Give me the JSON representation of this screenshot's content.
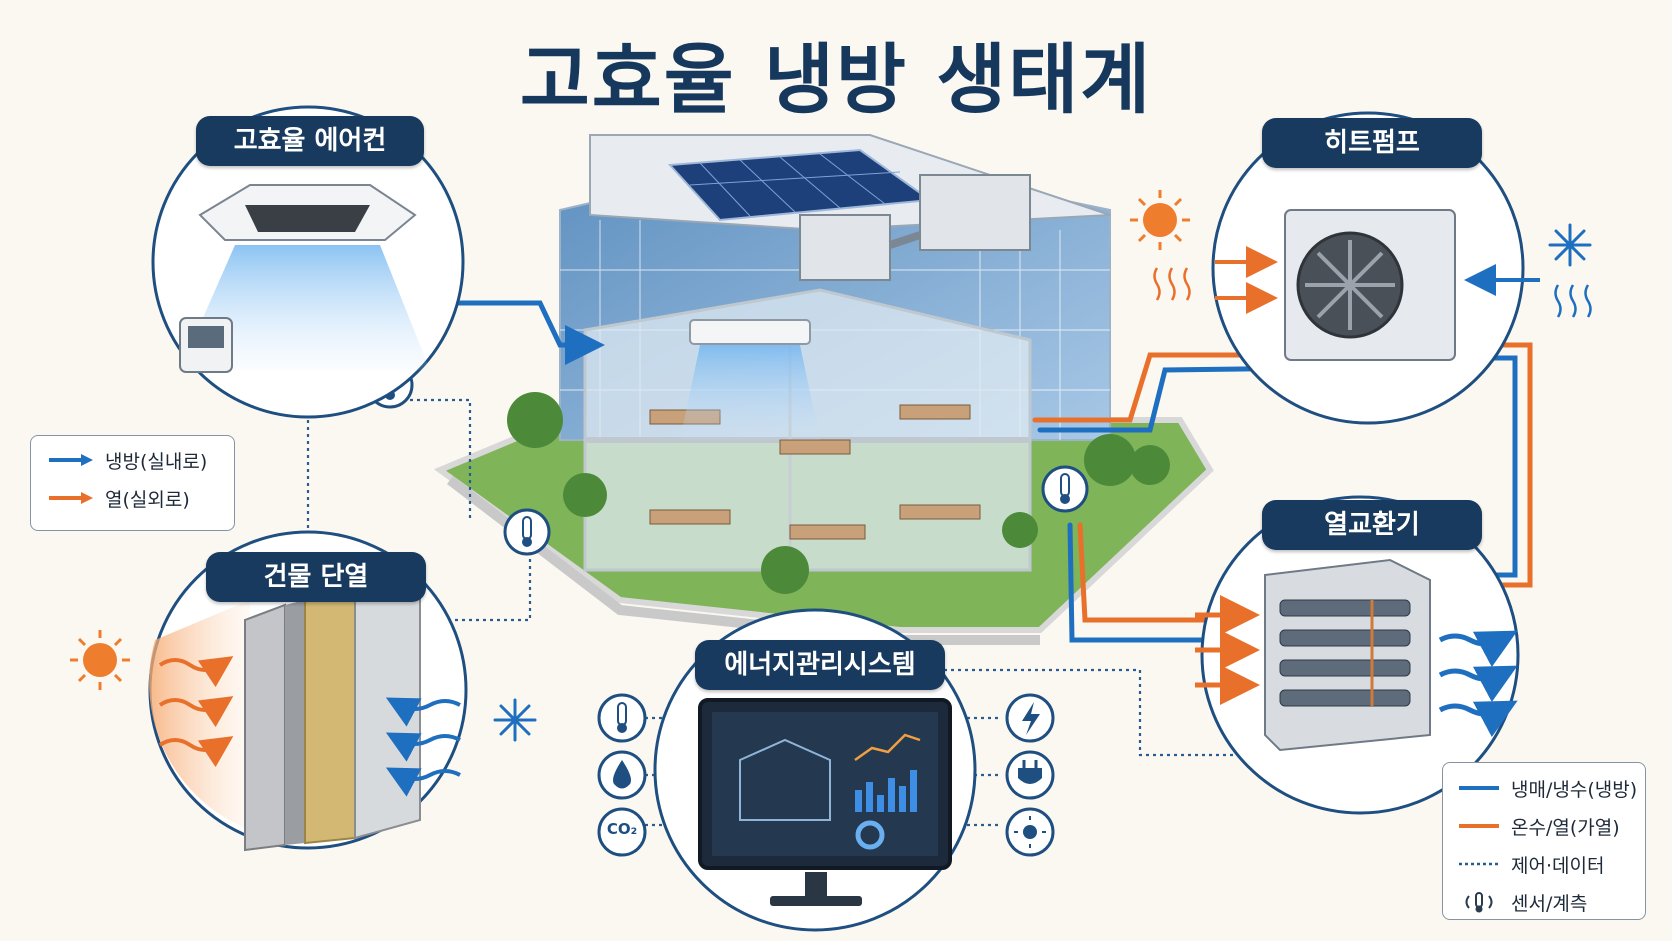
{
  "title": "고효율 냉방 생태계",
  "components": {
    "aircon": "고효율 에어컨",
    "heatpump": "히트펌프",
    "insulation": "건물 단열",
    "hrv": "열교환기",
    "ems": "에너지관리시스템"
  },
  "legend_left": [
    {
      "label": "냉방(실내로)",
      "color": "#1f6fc0"
    },
    {
      "label": "열(실외로)",
      "color": "#e8702a"
    }
  ],
  "legend_right": [
    {
      "label": "냉매/냉수(냉방)",
      "color": "#1f6fc0"
    },
    {
      "label": "온수/열(가열)",
      "color": "#e8702a"
    },
    {
      "label": "제어·데이터",
      "color": "#2a5d8f"
    },
    {
      "label": "센서/계측",
      "color": "#2a3a4f"
    }
  ],
  "ems_sensor_co2": "CO₂",
  "colors": {
    "navy": "#173a5e",
    "cool": "#1f6fc0",
    "heat": "#e8702a",
    "ring": "#1e4f80"
  }
}
